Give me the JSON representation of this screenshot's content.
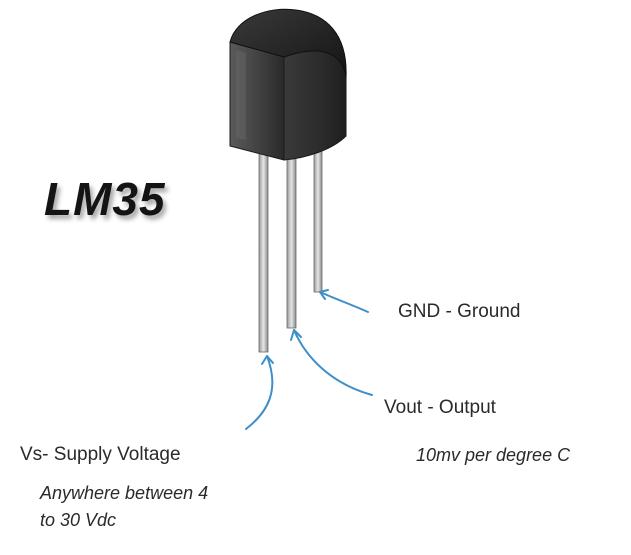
{
  "title": "LM35",
  "pins": {
    "gnd": "GND - Ground",
    "vout": "Vout - Output",
    "vs": "Vs- Supply Voltage"
  },
  "notes": {
    "vout": "10mv per degree C",
    "vs_line1": "Anywhere between 4",
    "vs_line2": "to 30 Vdc"
  },
  "colors": {
    "body": "#3a3a3a",
    "leads": "#c8c8c8",
    "arrows": "#3d8fc9",
    "text": "#2a2a2a"
  }
}
